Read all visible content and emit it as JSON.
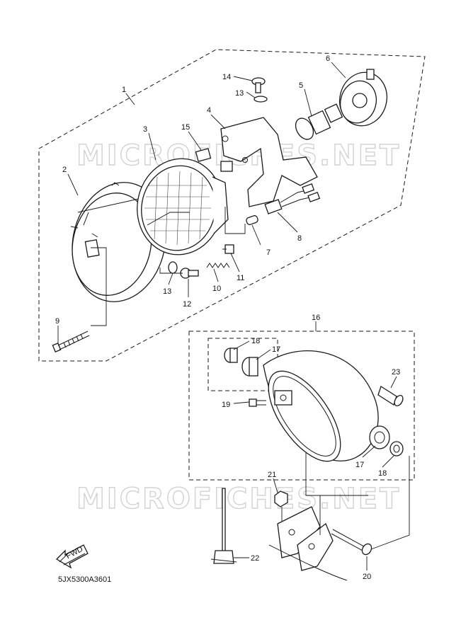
{
  "watermark": "MICROFICHES.NET",
  "diagram_code": "5JX5300A3601",
  "fwd_label": "FWD",
  "callouts": {
    "c1": "1",
    "c2": "2",
    "c3": "3",
    "c4": "4",
    "c5": "5",
    "c6": "6",
    "c7": "7",
    "c8": "8",
    "c9": "9",
    "c10": "10",
    "c11": "11",
    "c12": "12",
    "c13a": "13",
    "c13b": "13",
    "c14": "14",
    "c15": "15",
    "c16": "16",
    "c17a": "17",
    "c17b": "17",
    "c18a": "18",
    "c18b": "18",
    "c19": "19",
    "c20": "20",
    "c21": "21",
    "c22": "22",
    "c23": "23"
  }
}
